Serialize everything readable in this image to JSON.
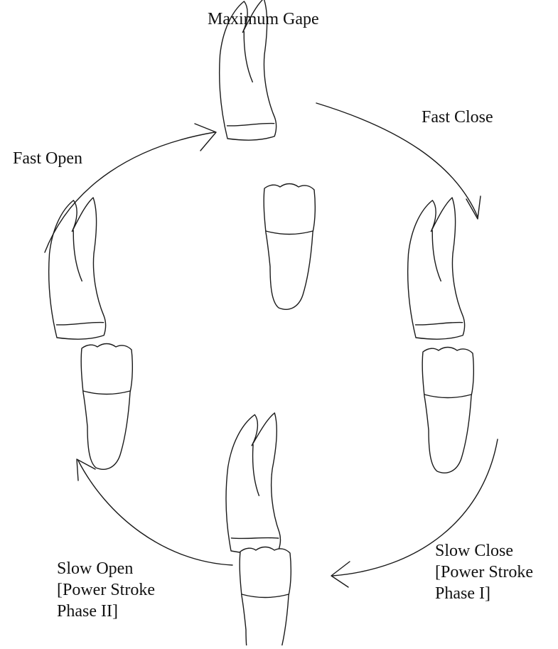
{
  "labels": {
    "maximum_gape": "Maximum Gape",
    "fast_close": "Fast Close",
    "fast_open": "Fast Open",
    "slow_close": [
      "Slow Close",
      "[Power Stroke",
      "Phase I]"
    ],
    "slow_open": [
      "Slow Open",
      "[Power Stroke",
      "Phase II]"
    ]
  },
  "colors": {
    "ink": "#1a1a1a",
    "background": "#ffffff"
  }
}
